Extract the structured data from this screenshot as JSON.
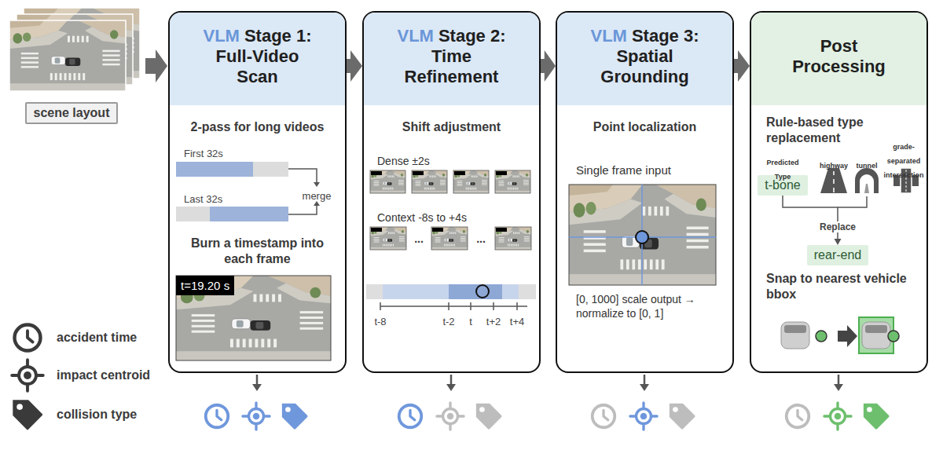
{
  "diagram": {
    "nodes": [
      {
        "text": [
          "scene layout"
        ]
      },
      {
        "text": [
          "VLM",
          "Stage 1: Full-Video Scan",
          "2-pass for long videos",
          "Burn a timestamp into each frame"
        ]
      },
      {
        "text": [
          "VLM",
          "Stage 2: Time Refinement",
          "Shift adjustment"
        ]
      },
      {
        "text": [
          "VLM",
          "Stage 3: Spatial Grounding",
          "Point localization"
        ]
      },
      {
        "text": [
          "Post Processing",
          "Rule-based type replacement",
          "Snap to nearest vehicle bbox"
        ]
      },
      {
        "text": [
          "t-bone"
        ],
        "in": 4
      },
      {
        "text": [
          "rear-end"
        ],
        "in": 4
      }
    ],
    "edges": [
      {
        "from": 1,
        "to": 2,
        "arrow": "to"
      },
      {
        "from": 2,
        "to": 3,
        "arrow": "to"
      },
      {
        "from": 3,
        "to": 4,
        "arrow": "to"
      },
      {
        "from": 5,
        "to": 6,
        "label": "Replace",
        "arrow": "to"
      }
    ],
    "labels": [
      "First 32s",
      "Last 32s",
      "merge",
      "t=19.20 s",
      "Dense ±2s",
      "Context -8s to +4s",
      "...",
      "...",
      "t-8",
      "t-2",
      "t",
      "t+2",
      "t+4",
      "Single frame input",
      "[0, 1000] scale output → normalize to [0, 1]",
      "Predicted Type",
      "highway",
      "tunnel",
      "grade-separated intersection"
    ],
    "legend": [
      {
        "text": "accident time"
      },
      {
        "text": "impact centroid"
      },
      {
        "text": "collision type"
      }
    ]
  }
}
